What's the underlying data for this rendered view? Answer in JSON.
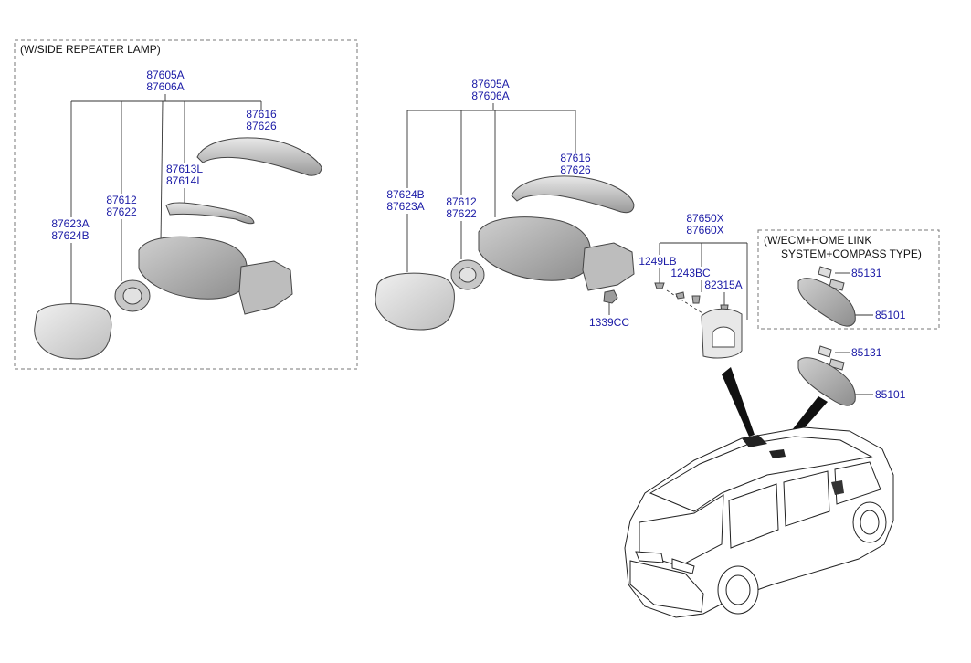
{
  "boxes": {
    "side_repeater_note": "(W/SIDE REPEATER LAMP)",
    "ecm_note_line1": "(W/ECM+HOME LINK",
    "ecm_note_line2": "SYSTEM+COMPASS TYPE)"
  },
  "left_group": {
    "assy_top": "87605A",
    "assy_bottom": "87606A",
    "cover_top": "87616",
    "cover_bottom": "87626",
    "lamp_top": "87613L",
    "lamp_bottom": "87614L",
    "actuator_top": "87612",
    "actuator_bottom": "87622",
    "glass_top": "87623A",
    "glass_bottom": "87624B"
  },
  "middle_group": {
    "assy_top": "87605A",
    "assy_bottom": "87606A",
    "cover_top": "87616",
    "cover_bottom": "87626",
    "actuator_top": "87612",
    "actuator_bottom": "87622",
    "glass_top": "87624B",
    "glass_bottom": "87623A",
    "nut": "1339CC"
  },
  "garnish_group": {
    "garnish_top": "87650X",
    "garnish_bottom": "87660X",
    "screw_a": "1249LB",
    "screw_b": "1243BC",
    "clip": "82315A"
  },
  "inside_mirror_ecm": {
    "cover": "85131",
    "mirror": "85101"
  },
  "inside_mirror_std": {
    "cover": "85131",
    "mirror": "85101"
  },
  "colors": {
    "label_blue": "#1a1aa6",
    "part_fill": "#d6d6d6",
    "line": "#333333"
  }
}
